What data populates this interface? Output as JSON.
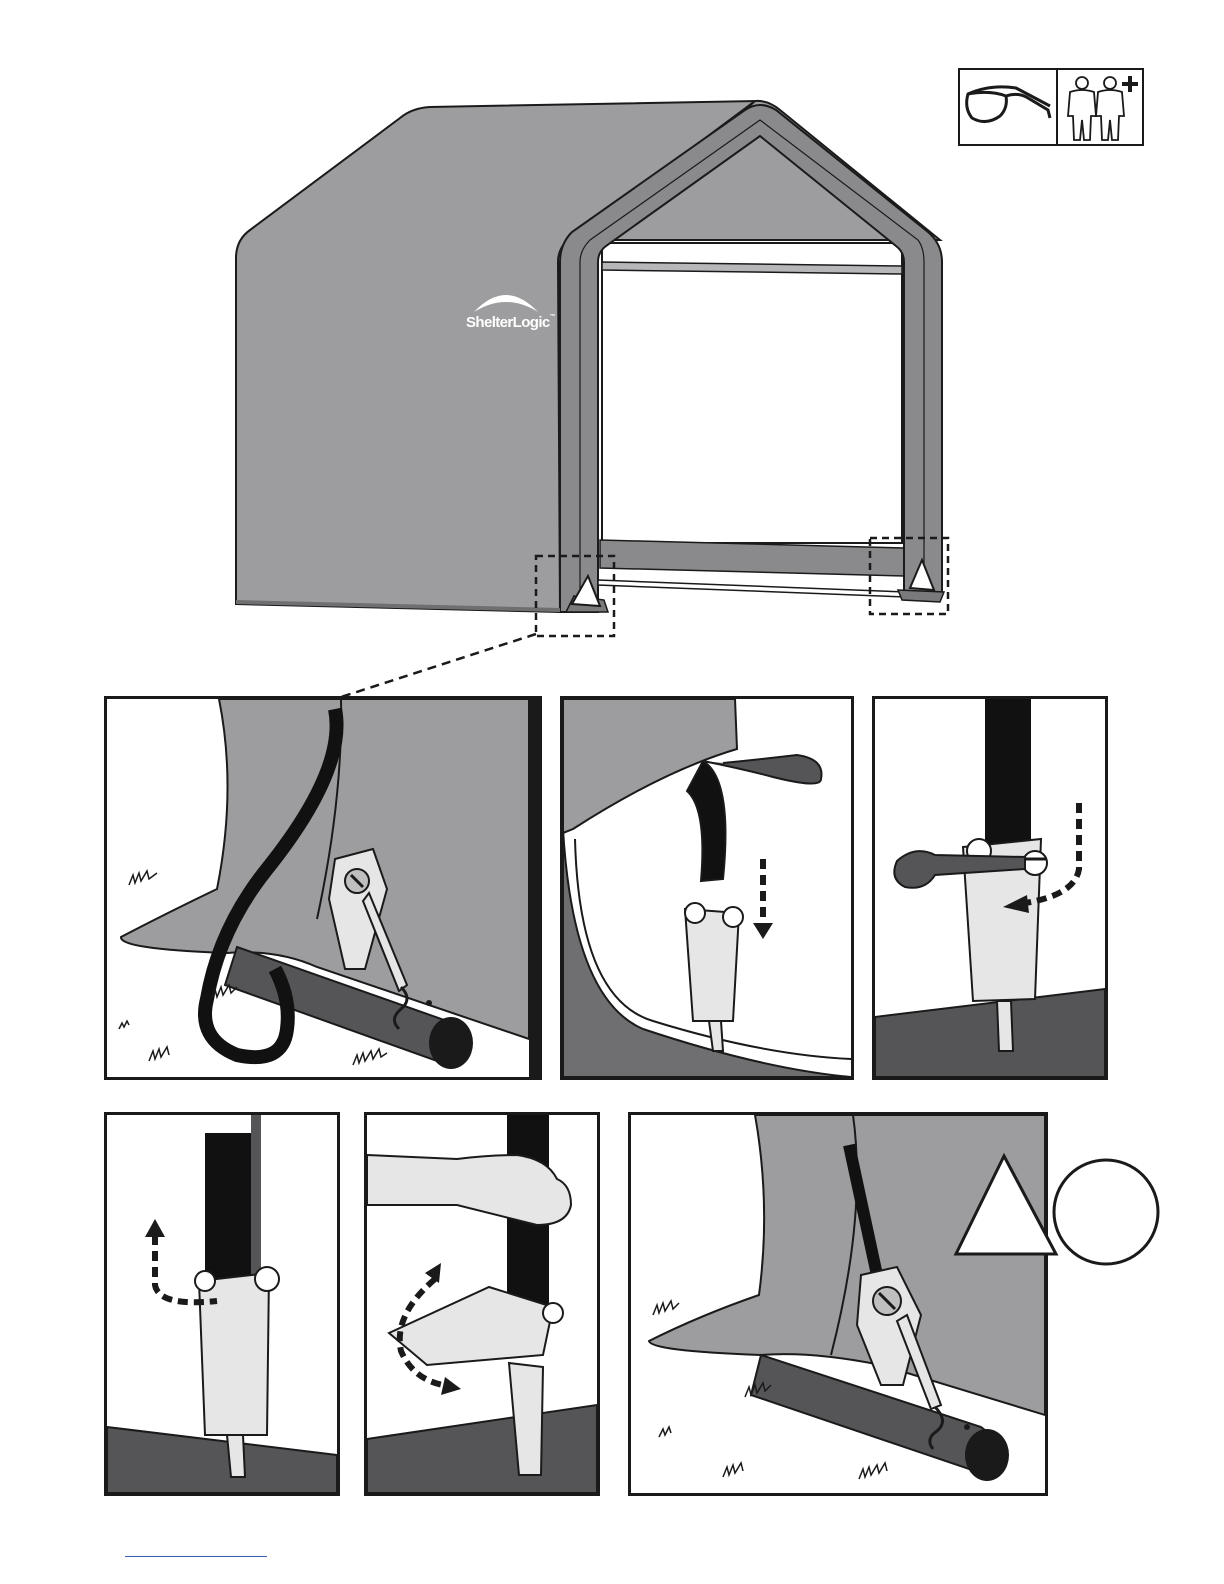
{
  "page": {
    "brand_logo_text": "ShelterLogic",
    "brand_logo_mark": "™"
  },
  "safety_icons": [
    {
      "icon": "safety-glasses-icon"
    },
    {
      "icon": "two-person-assembly-icon"
    }
  ],
  "colors": {
    "shelter_cover": "#9d9d9f",
    "shelter_cover_light": "#b4b4b6",
    "frame": "#7f7f82",
    "pipe": "#555558",
    "strap": "#111111",
    "ratchet": "#e6e6e6",
    "outline": "#1a1a1a"
  },
  "steps": [
    {
      "id": "step-1",
      "icon": "ratchet-hooked-to-pipe-icon"
    },
    {
      "id": "step-2",
      "icon": "strap-feed-down-arrow-icon"
    },
    {
      "id": "step-3",
      "icon": "strap-thread-through-arrow-icon"
    },
    {
      "id": "step-4",
      "icon": "strap-pull-up-arrow-icon"
    },
    {
      "id": "step-5",
      "icon": "ratchet-crank-arrow-icon"
    },
    {
      "id": "step-6",
      "icon": "ratchet-tightened-icon"
    }
  ]
}
